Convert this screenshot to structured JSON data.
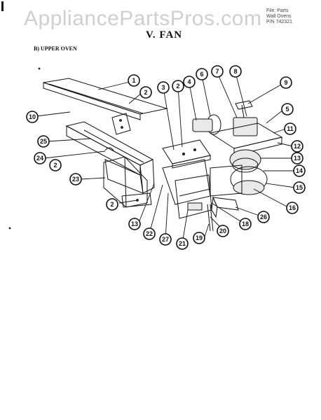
{
  "watermark": "AppliancePartsPros.com",
  "file_info": [
    "File: Parts",
    "Wall Ovens",
    "P/N 742321"
  ],
  "section_title": "V. FAN",
  "sub_title": "B) UPPER OVEN",
  "callouts": [
    "1",
    "2",
    "3",
    "2",
    "4",
    "6",
    "7",
    "8",
    "9",
    "5",
    "11",
    "10",
    "25",
    "24",
    "2",
    "23",
    "12",
    "13",
    "14",
    "15",
    "16",
    "2",
    "13",
    "22",
    "27",
    "21",
    "19",
    "20",
    "18",
    "26"
  ]
}
